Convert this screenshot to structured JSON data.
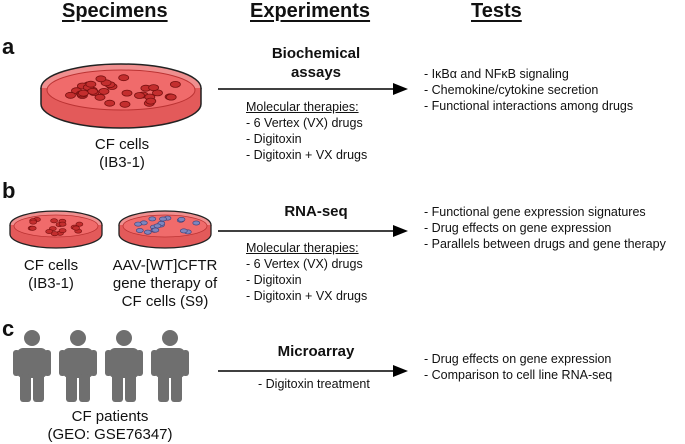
{
  "headers": {
    "specimens": "Specimens",
    "experiments": "Experiments",
    "tests": "Tests"
  },
  "panels": [
    {
      "letter": "a",
      "specimen_lines": [
        "CF cells",
        "(IB3-1)"
      ],
      "experiment_lines": [
        "Biochemical",
        "assays"
      ],
      "therapy_heading": "Molecular therapies:",
      "therapies": [
        "- 6 Vertex (VX) drugs",
        "- Digitoxin",
        "- Digitoxin + VX drugs"
      ],
      "tests": [
        "- IκBα and NFκB signaling",
        "- Chemokine/cytokine secretion",
        "- Functional interactions among drugs"
      ]
    },
    {
      "letter": "b",
      "specimen_left_lines": [
        "CF cells",
        "(IB3-1)"
      ],
      "specimen_right_lines": [
        "AAV-[WT]CFTR",
        "gene therapy of",
        "CF cells (S9)"
      ],
      "experiment_lines": [
        "RNA-seq"
      ],
      "therapy_heading": "Molecular therapies:",
      "therapies": [
        "- 6 Vertex (VX) drugs",
        "- Digitoxin",
        "- Digitoxin + VX drugs"
      ],
      "tests": [
        "- Functional gene expression signatures",
        "- Drug effects on gene expression",
        "- Parallels between drugs and gene therapy"
      ]
    },
    {
      "letter": "c",
      "specimen_lines": [
        "CF patients",
        "(GEO: GSE76347)"
      ],
      "experiment_lines": [
        "Microarray"
      ],
      "treatment": "- Digitoxin treatment",
      "tests": [
        "- Drug effects on gene expression",
        "- Comparison to cell line RNA-seq"
      ]
    }
  ],
  "colors": {
    "dish_fill": "#f06b6b",
    "dish_rim": "#ef8f8f",
    "cell": "#c42e2e",
    "cell_blue": "#7d86bf",
    "person": "#6f6f6f",
    "text": "#111111"
  }
}
